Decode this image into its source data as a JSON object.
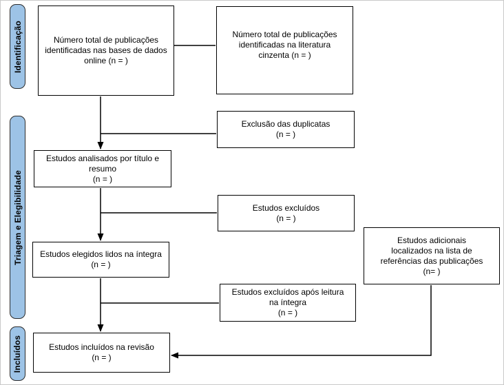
{
  "colors": {
    "stage_fill": "#9DC3E6",
    "stage_border": "#2b2b2b",
    "box_fill": "#FFFFFF",
    "box_border": "#000000",
    "connector": "#000000",
    "text": "#000000",
    "background": "#FFFFFF"
  },
  "sidebar": {
    "stages": [
      {
        "id": "identificacao",
        "label": "Identificação"
      },
      {
        "id": "triagem-elegibilidade",
        "label": "Triagem e Elegibilidade"
      },
      {
        "id": "incluidos",
        "label": "Incluídos"
      }
    ]
  },
  "flow": {
    "boxes": {
      "total_databases": {
        "text": "Número total de publicações\nidentificadas nas bases de dados\nonline (n = )"
      },
      "total_grey_literature": {
        "text": "Número total de publicações\nidentificadas na literatura\ncinzenta (n = )"
      },
      "duplicates_excluded": {
        "text": "Exclusão das duplicatas\n(n = )"
      },
      "title_abstract_screened": {
        "text": "Estudos analisados por título e\nresumo\n(n = )"
      },
      "studies_excluded": {
        "text": "Estudos excluídos\n(n = )"
      },
      "full_text_eligible": {
        "text": "Estudos elegidos lidos na íntegra\n(n = )"
      },
      "additional_references": {
        "text": "Estudos adicionais\nlocalizados na lista de\nreferências das publicações\n(n= )"
      },
      "excluded_after_full_text": {
        "text": "Estudos excluídos após leitura\nna íntegra\n(n = )"
      },
      "included_in_review": {
        "text": "Estudos incluídos na revisão\n(n = )"
      }
    }
  }
}
